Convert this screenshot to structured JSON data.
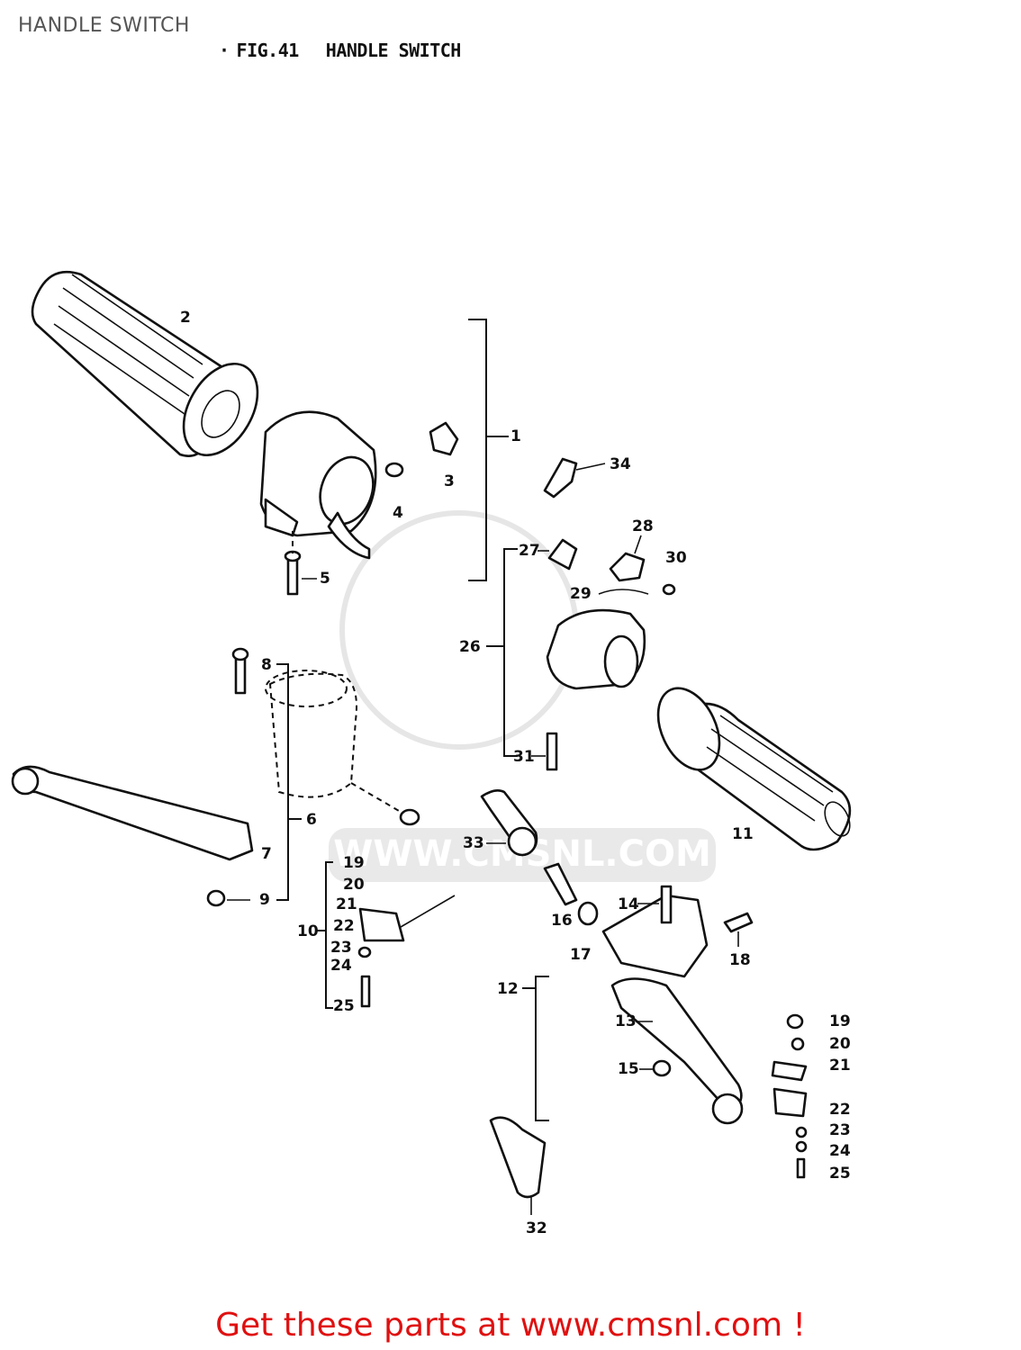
{
  "header": {
    "title": "HANDLE SWITCH"
  },
  "figure": {
    "fig_number": "FIG.41",
    "fig_title": "HANDLE SWITCH"
  },
  "watermark": {
    "text": "WWW.CMSNL.COM"
  },
  "labels": [
    "1",
    "2",
    "3",
    "4",
    "5",
    "6",
    "7",
    "8",
    "9",
    "10",
    "11",
    "12",
    "13",
    "14",
    "15",
    "16",
    "17",
    "18",
    "19",
    "20",
    "21",
    "22",
    "23",
    "24",
    "25",
    "26",
    "27",
    "28",
    "29",
    "30",
    "31",
    "32",
    "33",
    "34"
  ],
  "footer": {
    "text": "Get these parts at www.cmsnl.com !",
    "color": "#e01010"
  }
}
